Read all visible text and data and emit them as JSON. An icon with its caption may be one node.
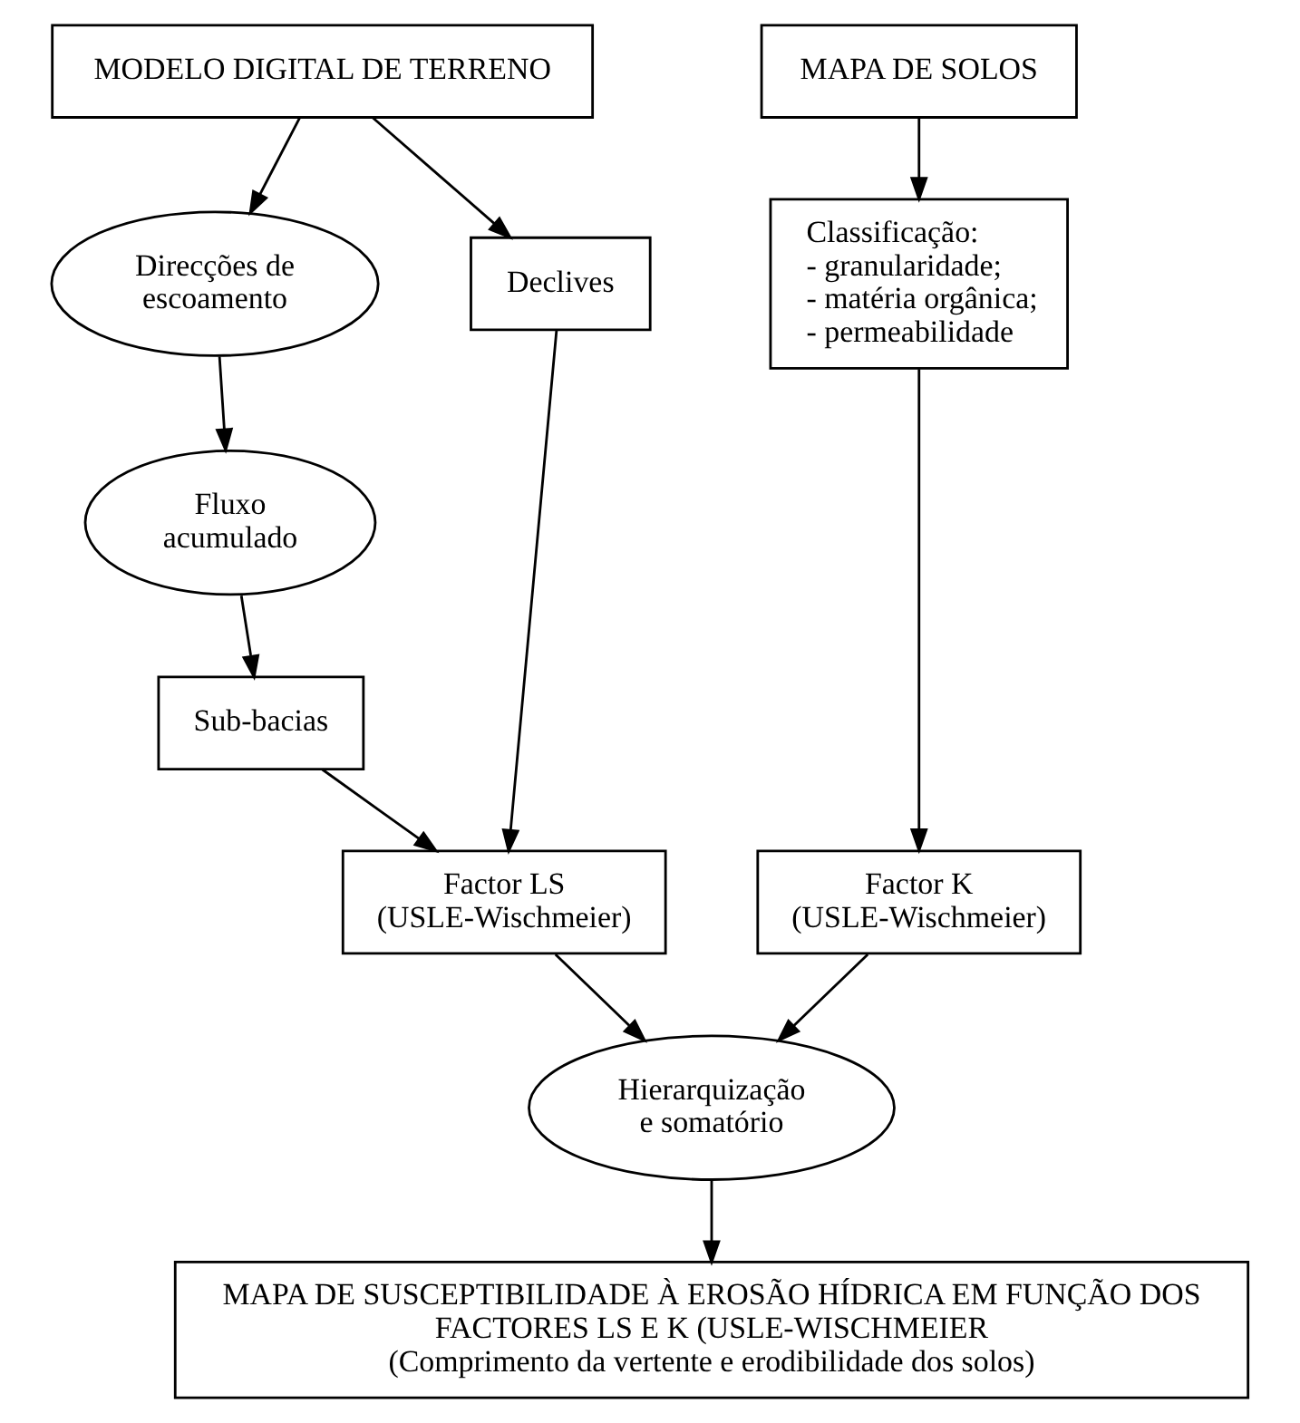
{
  "diagram": {
    "nodes": [
      {
        "text": [
          "MODELO DIGITAL DE TERRENO"
        ]
      },
      {
        "text": [
          "MAPA DE SOLOS"
        ]
      },
      {
        "text": [
          "Direcções de escoamento"
        ]
      },
      {
        "text": [
          "Declives"
        ]
      },
      {
        "text": [
          "Classificação:",
          "- granularidade;",
          "- matéria orgânica;",
          "- permeabilidade"
        ]
      },
      {
        "text": [
          "Fluxo acumulado"
        ]
      },
      {
        "text": [
          "Sub-bacias"
        ]
      },
      {
        "text": [
          "Factor LS",
          "(USLE-Wischmeier)"
        ]
      },
      {
        "text": [
          "Factor K",
          "(USLE-Wischmeier)"
        ]
      },
      {
        "text": [
          "Hierarquização e somatório"
        ]
      },
      {
        "text": [
          "MAPA DE SUSCEPTIBILIDADE À EROSÃO HÍDRICA EM FUNÇÃO DOS FACTORES LS E K (USLE-WISCHMEIER",
          "(Comprimento da vertente e erodibilidade dos solos)"
        ]
      }
    ],
    "edges": [
      {
        "from": 0,
        "to": 2,
        "arrow": "to"
      },
      {
        "from": 0,
        "to": 3,
        "arrow": "to"
      },
      {
        "from": 1,
        "to": 4,
        "arrow": "to"
      },
      {
        "from": 2,
        "to": 5,
        "arrow": "to"
      },
      {
        "from": 5,
        "to": 6,
        "arrow": "to"
      },
      {
        "from": 6,
        "to": 7,
        "arrow": "to"
      },
      {
        "from": 3,
        "to": 7,
        "arrow": "to"
      },
      {
        "from": 4,
        "to": 8,
        "arrow": "to"
      },
      {
        "from": 7,
        "to": 9,
        "arrow": "to"
      },
      {
        "from": 8,
        "to": 9,
        "arrow": "to"
      },
      {
        "from": 9,
        "to": 10,
        "arrow": "to"
      }
    ]
  }
}
